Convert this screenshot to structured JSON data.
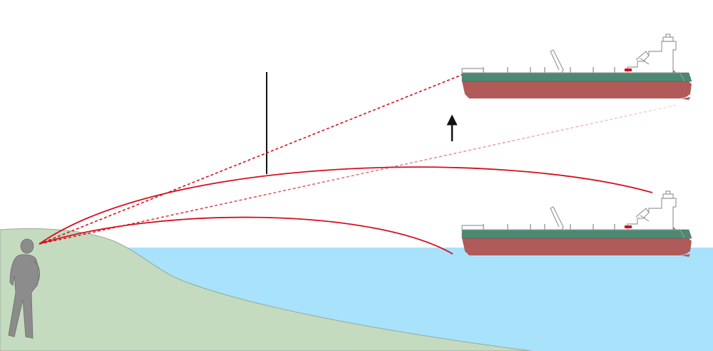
{
  "colors": {
    "sky": "#ffffff",
    "water": "#a8e2fb",
    "land": "#c5dbbf",
    "land_edge": "#9aa89a",
    "person": "#8c8c8c",
    "ray": "#d4101f",
    "hull_green": "#4b8a72",
    "hull_red": "#b05a5a",
    "superstructure": "#ffffff",
    "outline": "#9a9a9a",
    "marker": "#111111"
  },
  "elements": {
    "observer": "person-silhouette",
    "real_ship": "tanker-ship",
    "mirage_ship": "tanker-ship-image",
    "arrow": "up-arrow",
    "vertical_line": "reference-line"
  }
}
